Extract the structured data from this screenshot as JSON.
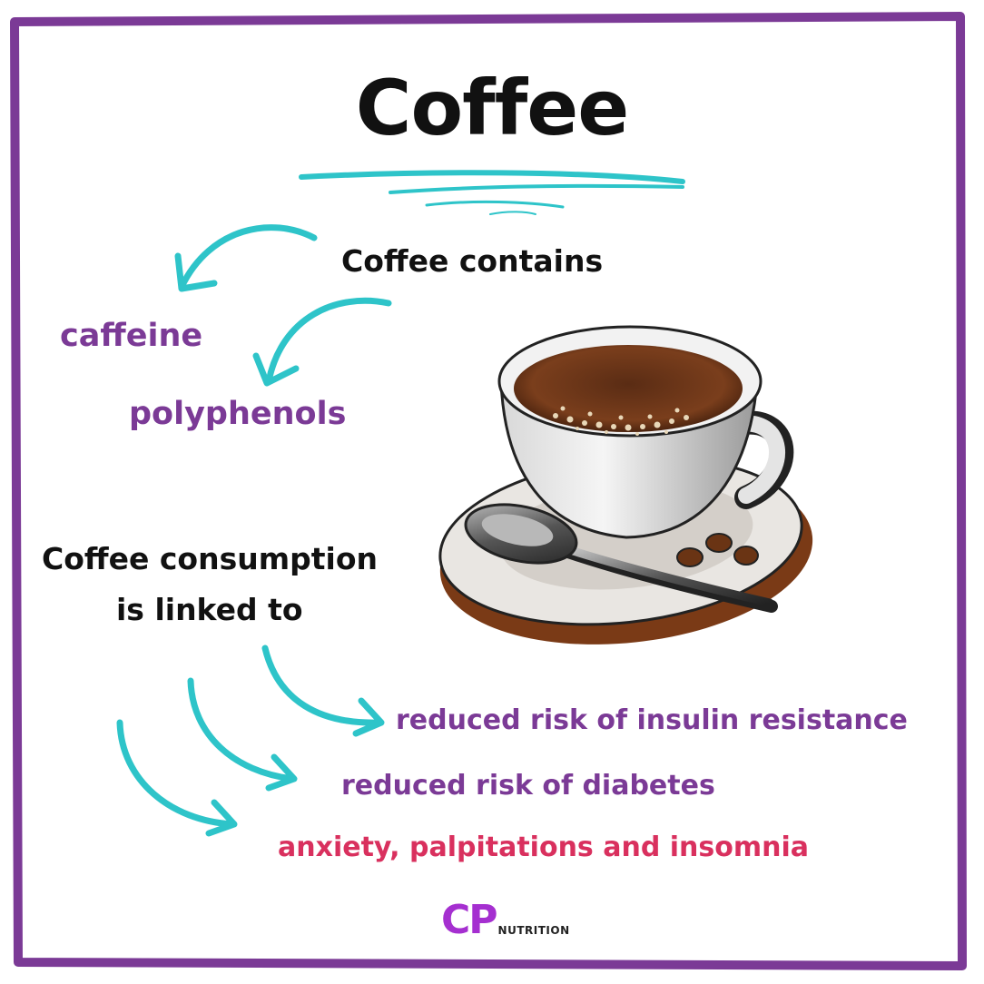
{
  "title": "Coffee",
  "contains_heading": "Coffee contains",
  "contains_items": [
    "caffeine",
    "polyphenols"
  ],
  "linked_heading_line1": "Coffee consumption",
  "linked_heading_line2": "is linked to",
  "linked_items": [
    "reduced risk of insulin resistance",
    "reduced risk of diabetes",
    "anxiety, palpitations and insomnia"
  ],
  "logo": {
    "mark": "CP",
    "word": "NUTRITION"
  },
  "colors": {
    "border": "#7b3a96",
    "accent_teal": "#2ec4c9",
    "purple_text": "#7b3a96",
    "warning_text": "#d9305e",
    "logo_purple": "#a52fd0"
  },
  "illustration": "coffee-cup-with-saucer-and-spoon"
}
